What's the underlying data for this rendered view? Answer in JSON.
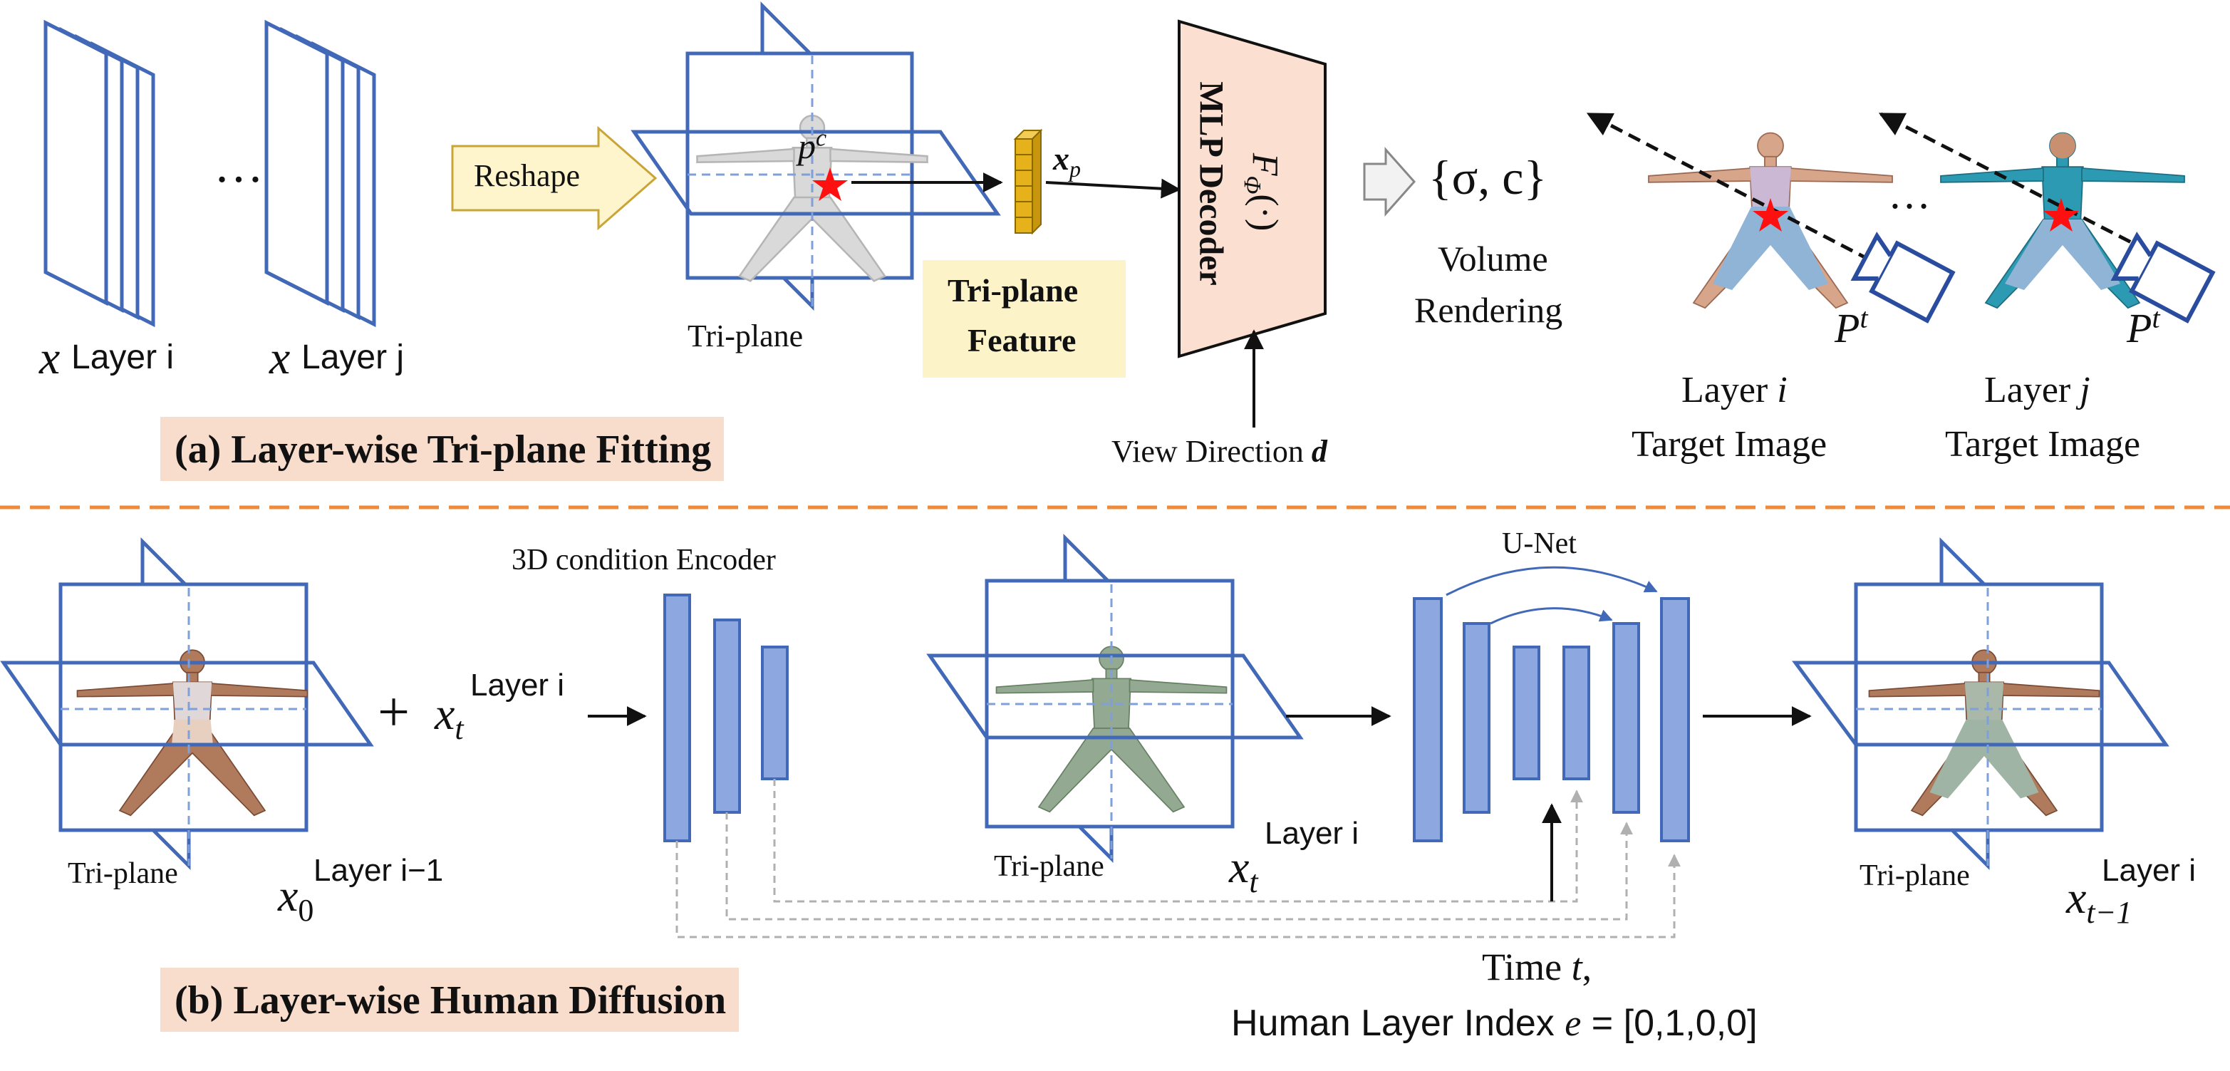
{
  "colors": {
    "plane": "#4268b8",
    "plane_dash": "#7fa0d8",
    "unet_fill": "#8da7e0",
    "star": "#ff1010",
    "arrow": "#111111",
    "skip": "#b0b0b0",
    "divider": "#ee8a3a",
    "section_bg": "#f8dccc",
    "mlp_fill": "#fbe0d2",
    "feature_bg": "#fdf3c8",
    "feature_cells": "#e6b21c",
    "reshape_fill": "#fff5cc"
  },
  "top": {
    "layer_i_label": {
      "base": "x",
      "sup": "Layer i"
    },
    "layer_j_label": {
      "base": "x",
      "sup": "Layer j"
    },
    "ellipsis_left": "…",
    "reshape": "Reshape",
    "triplane_label": "Tri-plane",
    "pc_label": {
      "base": "p",
      "sup": "c"
    },
    "xp_label": {
      "base": "x",
      "sub": "p"
    },
    "feature_box": {
      "line1": "Tri-plane",
      "line2": "Feature"
    },
    "mlp": {
      "title": "MLP Decoder",
      "func": "F",
      "func_sub": "Φ",
      "func_args": "(·)"
    },
    "view_direction": {
      "text": "View Direction ",
      "var": "d"
    },
    "sigma_c": "{σ, c}",
    "volume_rendering": {
      "line1": "Volume",
      "line2": "Rendering"
    },
    "ellipsis_right": "…",
    "pt_label": {
      "base": "P",
      "sup": "t"
    },
    "target_i": {
      "line1_prefix": "Layer ",
      "line1_var": "i",
      "line2": "Target Image"
    },
    "target_j": {
      "line1_prefix": "Layer ",
      "line1_var": "j",
      "line2": "Target Image"
    },
    "section_title": "(a) Layer-wise Tri-plane Fitting"
  },
  "bottom": {
    "triplane_label": "Tri-plane",
    "x0_label": {
      "base": "x",
      "sub": "0",
      "sup": "Layer i−1"
    },
    "plus": "+",
    "xt_label": {
      "base": "x",
      "sub": "t",
      "sup": "Layer i"
    },
    "encoder_title": "3D condition Encoder",
    "unet_title": "U-Net",
    "xt_mid_label": {
      "base": "x",
      "sub": "t",
      "sup": "Layer i"
    },
    "xt1_label": {
      "base": "x",
      "sub": "t−1",
      "sup": "Layer i"
    },
    "time_label": {
      "text": "Time ",
      "var": "t",
      "suffix": ","
    },
    "human_layer_index": {
      "text": "Human Layer Index ",
      "var": "e",
      "value": " = [0,1,0,0]"
    },
    "section_title": "(b) Layer-wise Human Diffusion"
  }
}
